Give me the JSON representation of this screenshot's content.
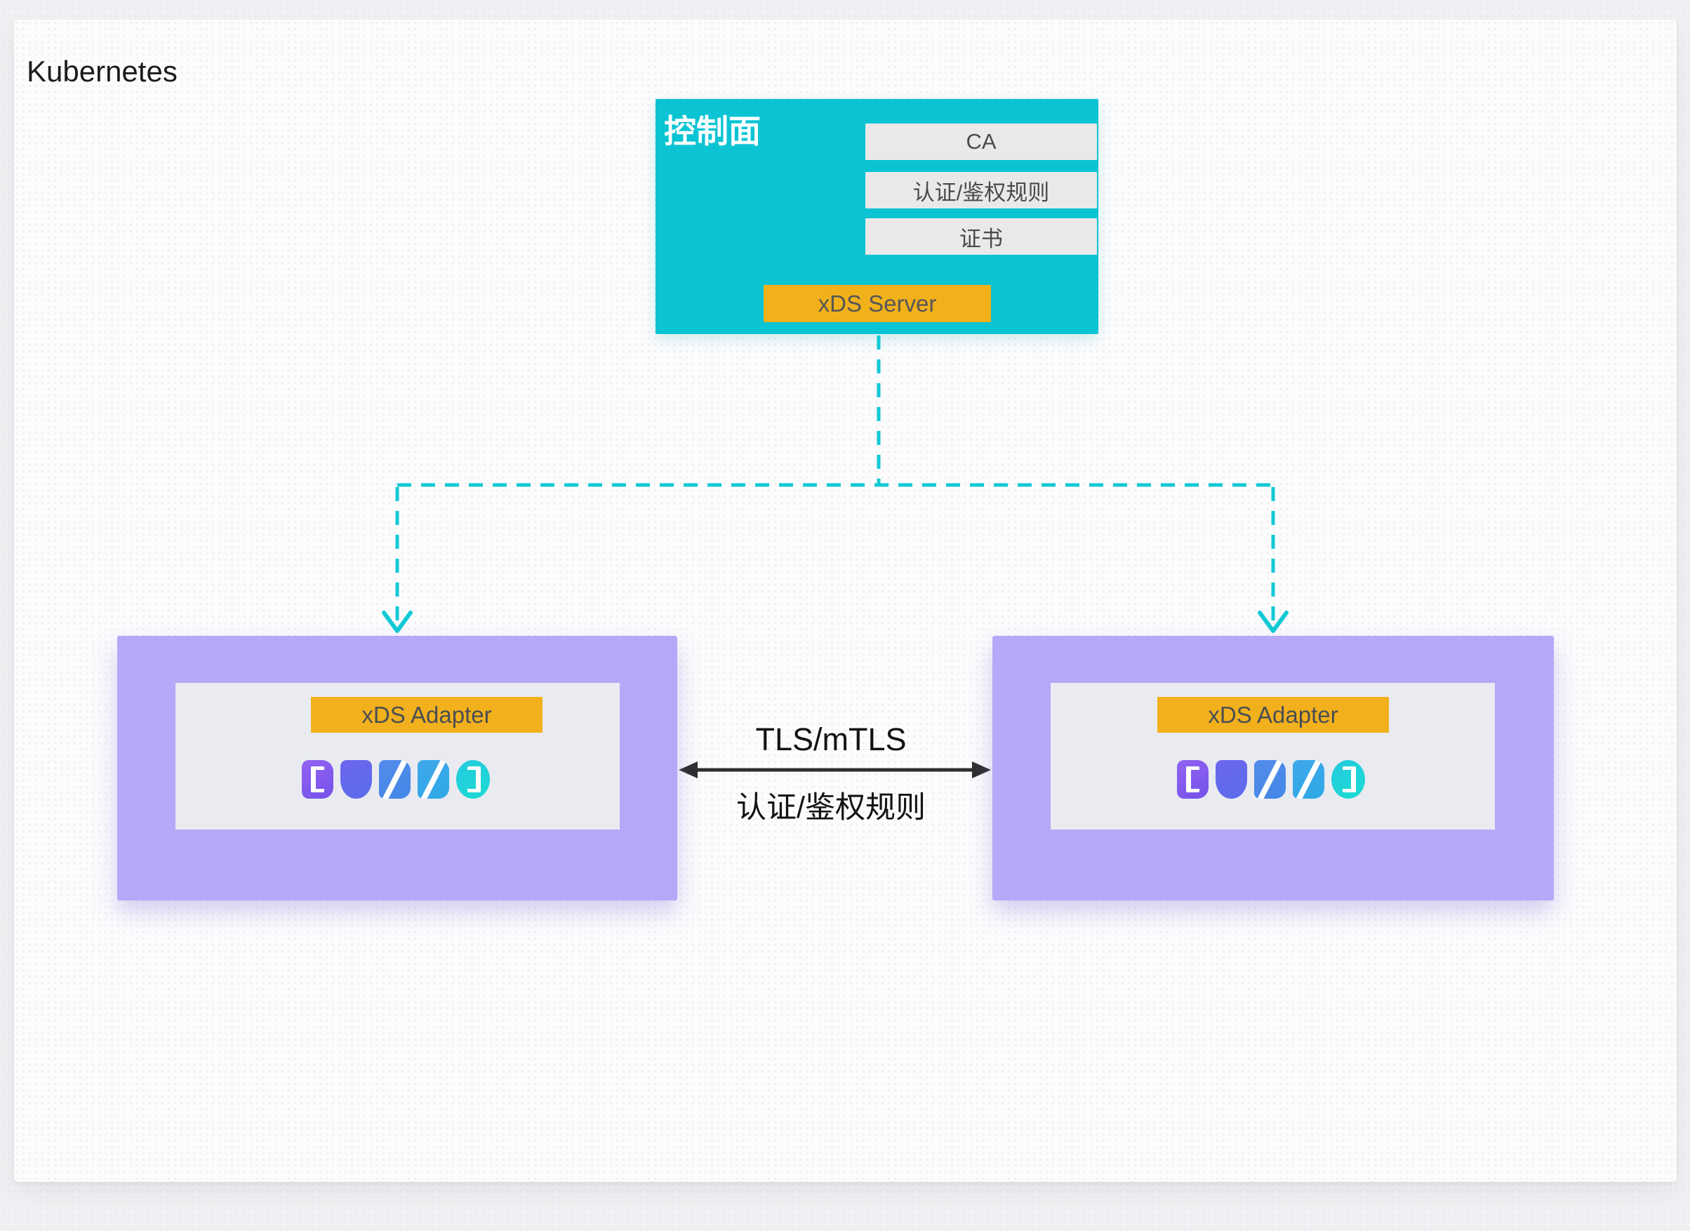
{
  "environment": {
    "label": "Kubernetes"
  },
  "control_plane": {
    "title": "控制面",
    "resources": [
      "CA",
      "认证/鉴权规则",
      "证书"
    ],
    "server_label": "xDS Server"
  },
  "pods": [
    {
      "adapter_label": "xDS Adapter",
      "logo_text": "DUBBO"
    },
    {
      "adapter_label": "xDS Adapter",
      "logo_text": "DUBBO"
    }
  ],
  "connection": {
    "protocol_label": "TLS/mTLS",
    "rules_label": "认证/鉴权规则"
  },
  "colors": {
    "control_plane_bg": "#0bc4d3",
    "connector_dash": "#12c9d6",
    "pod_bg": "#b5a8f8",
    "pod_inner_bg": "#e9ebf1",
    "accent_orange": "#f2b11c",
    "resource_row_bg": "#e9e9e9",
    "arrow_black": "#2e2e2e",
    "dubbo_gradient": [
      "#8a5cf0",
      "#6468ec",
      "#4b88e8",
      "#38a6e8",
      "#1fd2d8"
    ]
  }
}
